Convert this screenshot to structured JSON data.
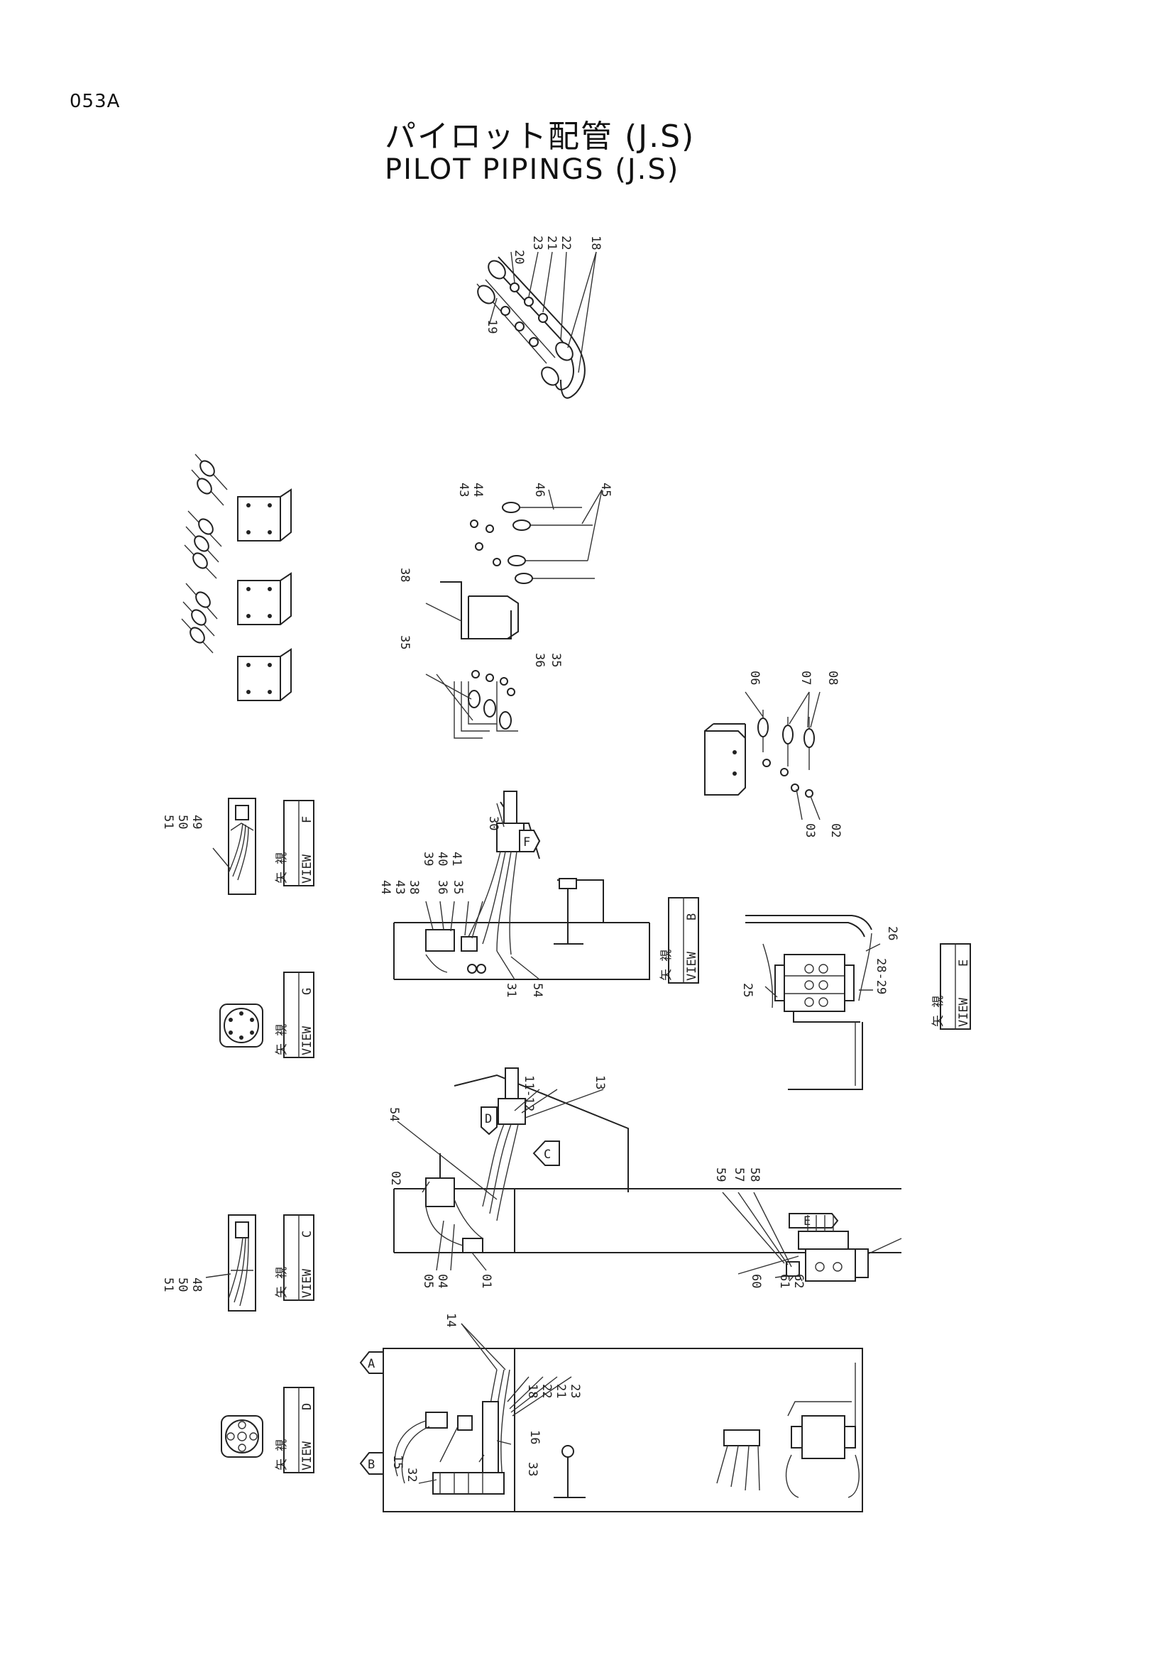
{
  "header": {
    "page_code": "053A",
    "title_ja": "パイロット配管 (J.S)",
    "title_en": "PILOT PIPINGS (J.S)"
  },
  "views": {
    "F": {
      "kanji": "矢 視",
      "word": "VIEW",
      "letter": "F"
    },
    "G": {
      "kanji": "矢 視",
      "word": "VIEW",
      "letter": "G"
    },
    "B": {
      "kanji": "矢 視",
      "word": "VIEW",
      "letter": "B"
    },
    "E": {
      "kanji": "矢 視",
      "word": "VIEW",
      "letter": "E"
    },
    "C": {
      "kanji": "矢 視",
      "word": "VIEW",
      "letter": "C"
    },
    "D": {
      "kanji": "矢 視",
      "word": "VIEW",
      "letter": "D"
    }
  },
  "arrow_markers": [
    "A",
    "B",
    "C",
    "D",
    "E",
    "F"
  ],
  "part_numbers": {
    "n01": "01",
    "n02": "02",
    "n02b": "02",
    "n03": "03",
    "n04": "04",
    "n05": "05",
    "n06": "06",
    "n07": "07",
    "n08": "08",
    "n11_12": "11-12",
    "n13": "13",
    "n14": "14",
    "n15": "15",
    "n16": "16",
    "n18": "18",
    "n18b": "18",
    "n19": "19",
    "n20": "20",
    "n21": "21",
    "n21b": "21",
    "n22": "22",
    "n22b": "22",
    "n23": "23",
    "n23b": "23",
    "n25": "25",
    "n26": "26",
    "n28_29": "28-29",
    "n30": "30",
    "n31": "31",
    "n32": "32",
    "n33": "33",
    "n35a": "35",
    "n35b": "35",
    "n35c": "35",
    "n36a": "36",
    "n36b": "36",
    "n38a": "38",
    "n38b": "38",
    "n39": "39",
    "n40": "40",
    "n41": "41",
    "n43a": "43",
    "n43b": "43",
    "n44a": "44",
    "n44b": "44",
    "n45": "45",
    "n46": "46",
    "n48": "48",
    "n49": "49",
    "n50a": "50",
    "n50b": "50",
    "n51a": "51",
    "n51b": "51",
    "n54a": "54",
    "n54b": "54",
    "n57": "57",
    "n58": "58",
    "n59": "59",
    "n60": "60",
    "n61": "61",
    "n62": "62"
  }
}
